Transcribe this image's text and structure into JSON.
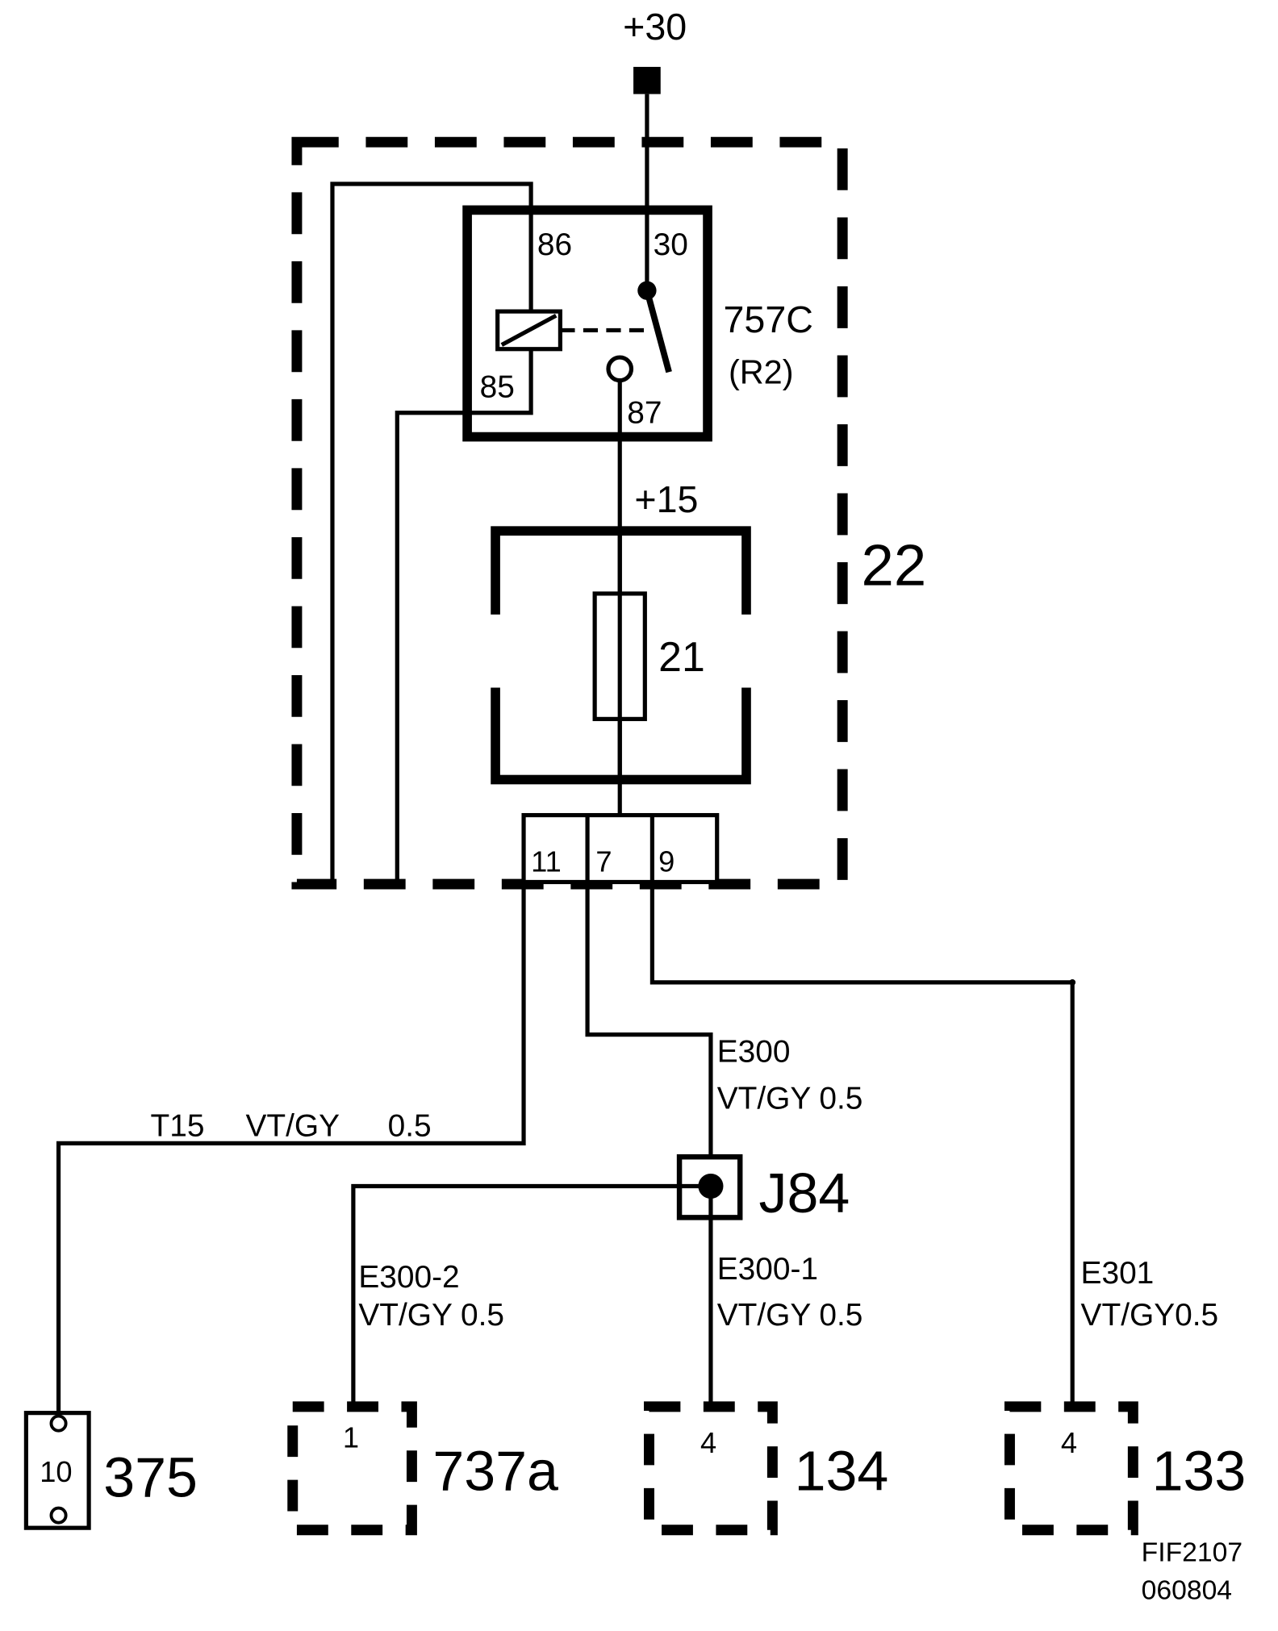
{
  "supply": {
    "label": "+30"
  },
  "fuse_box": {
    "id": "22"
  },
  "relay": {
    "id": "757C",
    "sub": "(R2)",
    "pins": {
      "p86": "86",
      "p30": "30",
      "p85": "85",
      "p87": "87"
    }
  },
  "fuse": {
    "supply_label": "+15",
    "id": "21"
  },
  "connector_pins": {
    "a": "11",
    "b": "7",
    "c": "9"
  },
  "wires": {
    "t15": {
      "code": "T15",
      "color": "VT/GY",
      "size": "0.5"
    },
    "e300": {
      "code": "E300",
      "spec": "VT/GY 0.5"
    },
    "e300_2": {
      "code": "E300-2",
      "spec": "VT/GY 0.5"
    },
    "e300_1": {
      "code": "E300-1",
      "spec": "VT/GY 0.5"
    },
    "e301": {
      "code": "E301",
      "spec": "VT/GY0.5"
    }
  },
  "junction": {
    "id": "J84"
  },
  "components": [
    {
      "pin": "10",
      "id": "375"
    },
    {
      "pin": "1",
      "id": "737a"
    },
    {
      "pin": "4",
      "id": "134"
    },
    {
      "pin": "4",
      "id": "133"
    }
  ],
  "figure_ref": {
    "line1": "FIF2107",
    "line2": "060804"
  }
}
